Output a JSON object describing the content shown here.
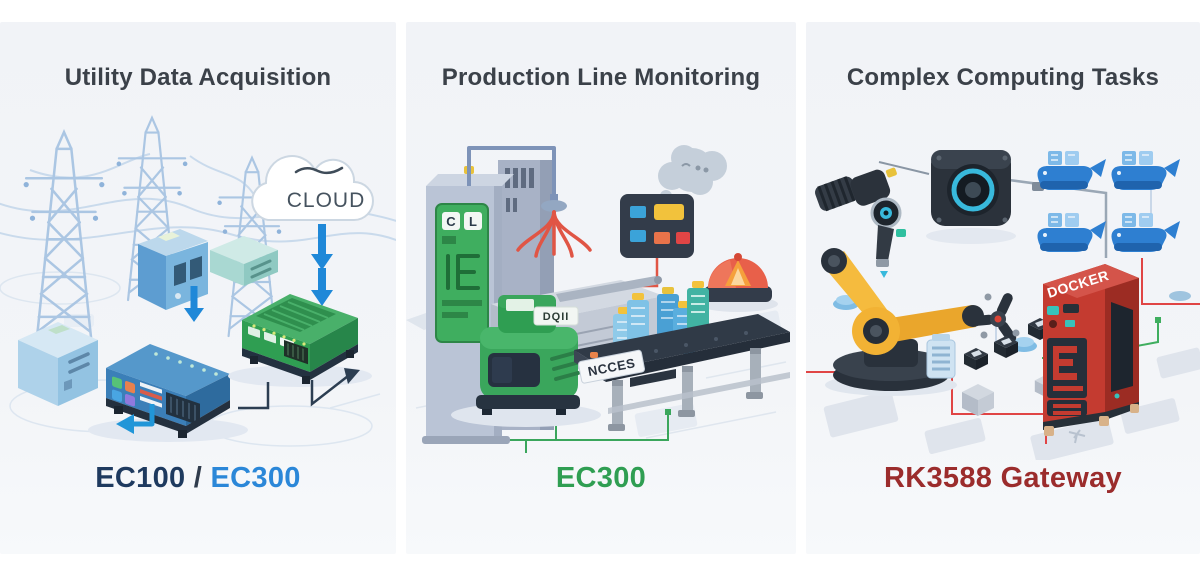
{
  "page": {
    "background": "#ffffff",
    "card_background": "#f2f4f8"
  },
  "colors": {
    "title_text": "#3b4149",
    "ec100_navy": "#1e3a5f",
    "ec300_blue": "#2b87d8",
    "ec300_green": "#2f9e52",
    "rk3588_red": "#9b2c2c",
    "cloud_arrow_blue": "#1f88d8",
    "alarm_red": "#e8604a",
    "robot_yellow": "#f2b234",
    "docker_tower_red": "#c43b30",
    "docker_whale_blue": "#2e7fd1"
  },
  "panels": [
    {
      "title": "Utility Data Acquisition",
      "label": {
        "part1": "EC100",
        "separator": " / ",
        "part2": "EC300"
      },
      "illustration": {
        "cloud_label": "CLOUD"
      }
    },
    {
      "title": "Production Line Monitoring",
      "label": {
        "part1": "EC300"
      },
      "illustration": {
        "screen_char1": "C",
        "screen_char2": "L",
        "machine_display": "DQII",
        "conveyor_label": "NCCES"
      }
    },
    {
      "title": "Complex Computing Tasks",
      "label": {
        "part1": "RK3588 Gateway"
      },
      "illustration": {
        "tower_label": "DOCKER"
      }
    }
  ]
}
